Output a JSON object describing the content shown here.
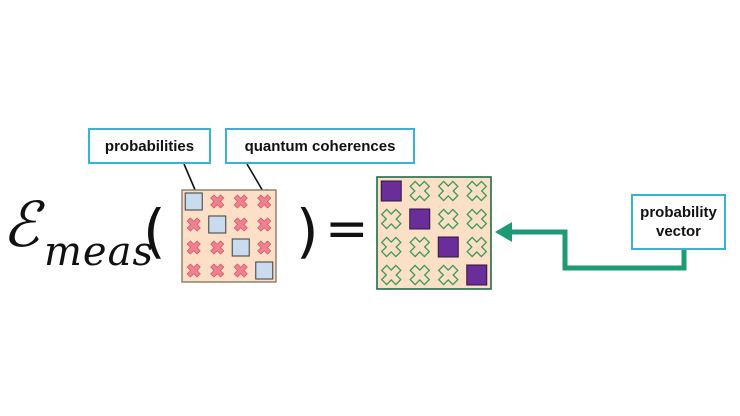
{
  "equation": {
    "operator_symbol": "ℰ",
    "operator_subscript": "meas",
    "left_paren": "(",
    "right_paren": ")",
    "equals": "="
  },
  "labels": {
    "probabilities": "probabilities",
    "quantum_coherences": "quantum coherences",
    "probability_vector_line1": "probability",
    "probability_vector_line2": "vector"
  },
  "matrices": {
    "size": 4,
    "input": {
      "diagonal": "probability",
      "off_diagonal": "coherence"
    },
    "output": {
      "diagonal": "probability",
      "off_diagonal": "removed"
    }
  },
  "colors": {
    "matrix_background": "#fbdfc6",
    "input_border": "#8a7a6a",
    "output_border": "#1f6b4a",
    "input_diagonal": "#c9dcef",
    "coherence_cross": "#f08090",
    "output_diagonal": "#6a2e9a",
    "output_cross_outline": "#3a9a5a",
    "arrow": "#1e9a74",
    "callout_border": "#37b4d4"
  }
}
